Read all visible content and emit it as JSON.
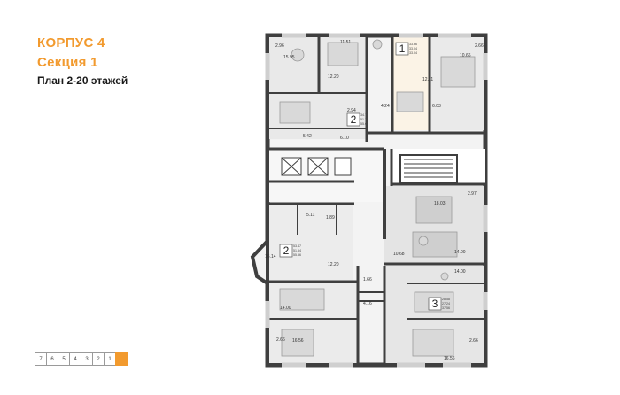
{
  "header": {
    "building": "КОРПУС 4",
    "section": "Секция 1",
    "floors": "План 2-20 этажей"
  },
  "colors": {
    "accent": "#f29a2e",
    "wall": "#3f3f3f",
    "floor_fill": "#e9e9e9",
    "room_fill": "#f4f4f4",
    "selected_apartment_fill": "#fbf3e6"
  },
  "apartments": [
    {
      "rooms": "1",
      "areas": [
        "33.66",
        "33.04",
        "33.04"
      ],
      "selected": true
    },
    {
      "rooms": "2",
      "areas": [
        "34.70",
        "51.72",
        "55.68"
      ],
      "selected": false
    },
    {
      "rooms": "2",
      "areas": [
        "53.47",
        "51.54",
        "55.56"
      ],
      "selected": false
    },
    {
      "rooms": "3",
      "areas": [
        "28.58",
        "27.24",
        "37.56"
      ],
      "selected": false
    }
  ],
  "room_areas": [
    "2.96",
    "15.95",
    "11.51",
    "2.66",
    "10.66",
    "12.20",
    "12.11",
    "2.94",
    "4.24",
    "6.03",
    "5.42",
    "6.10",
    "18.03",
    "2.97",
    "5.11",
    "1.89",
    "16.14",
    "12.20",
    "10.68",
    "14.00",
    "1.66",
    "14.00",
    "14.00",
    "4.16",
    "2.66",
    "16.56",
    "2.66",
    "16.56"
  ],
  "floor_nav": {
    "floors": [
      "7",
      "6",
      "5",
      "4",
      "3",
      "2",
      "1"
    ],
    "active": "1"
  }
}
